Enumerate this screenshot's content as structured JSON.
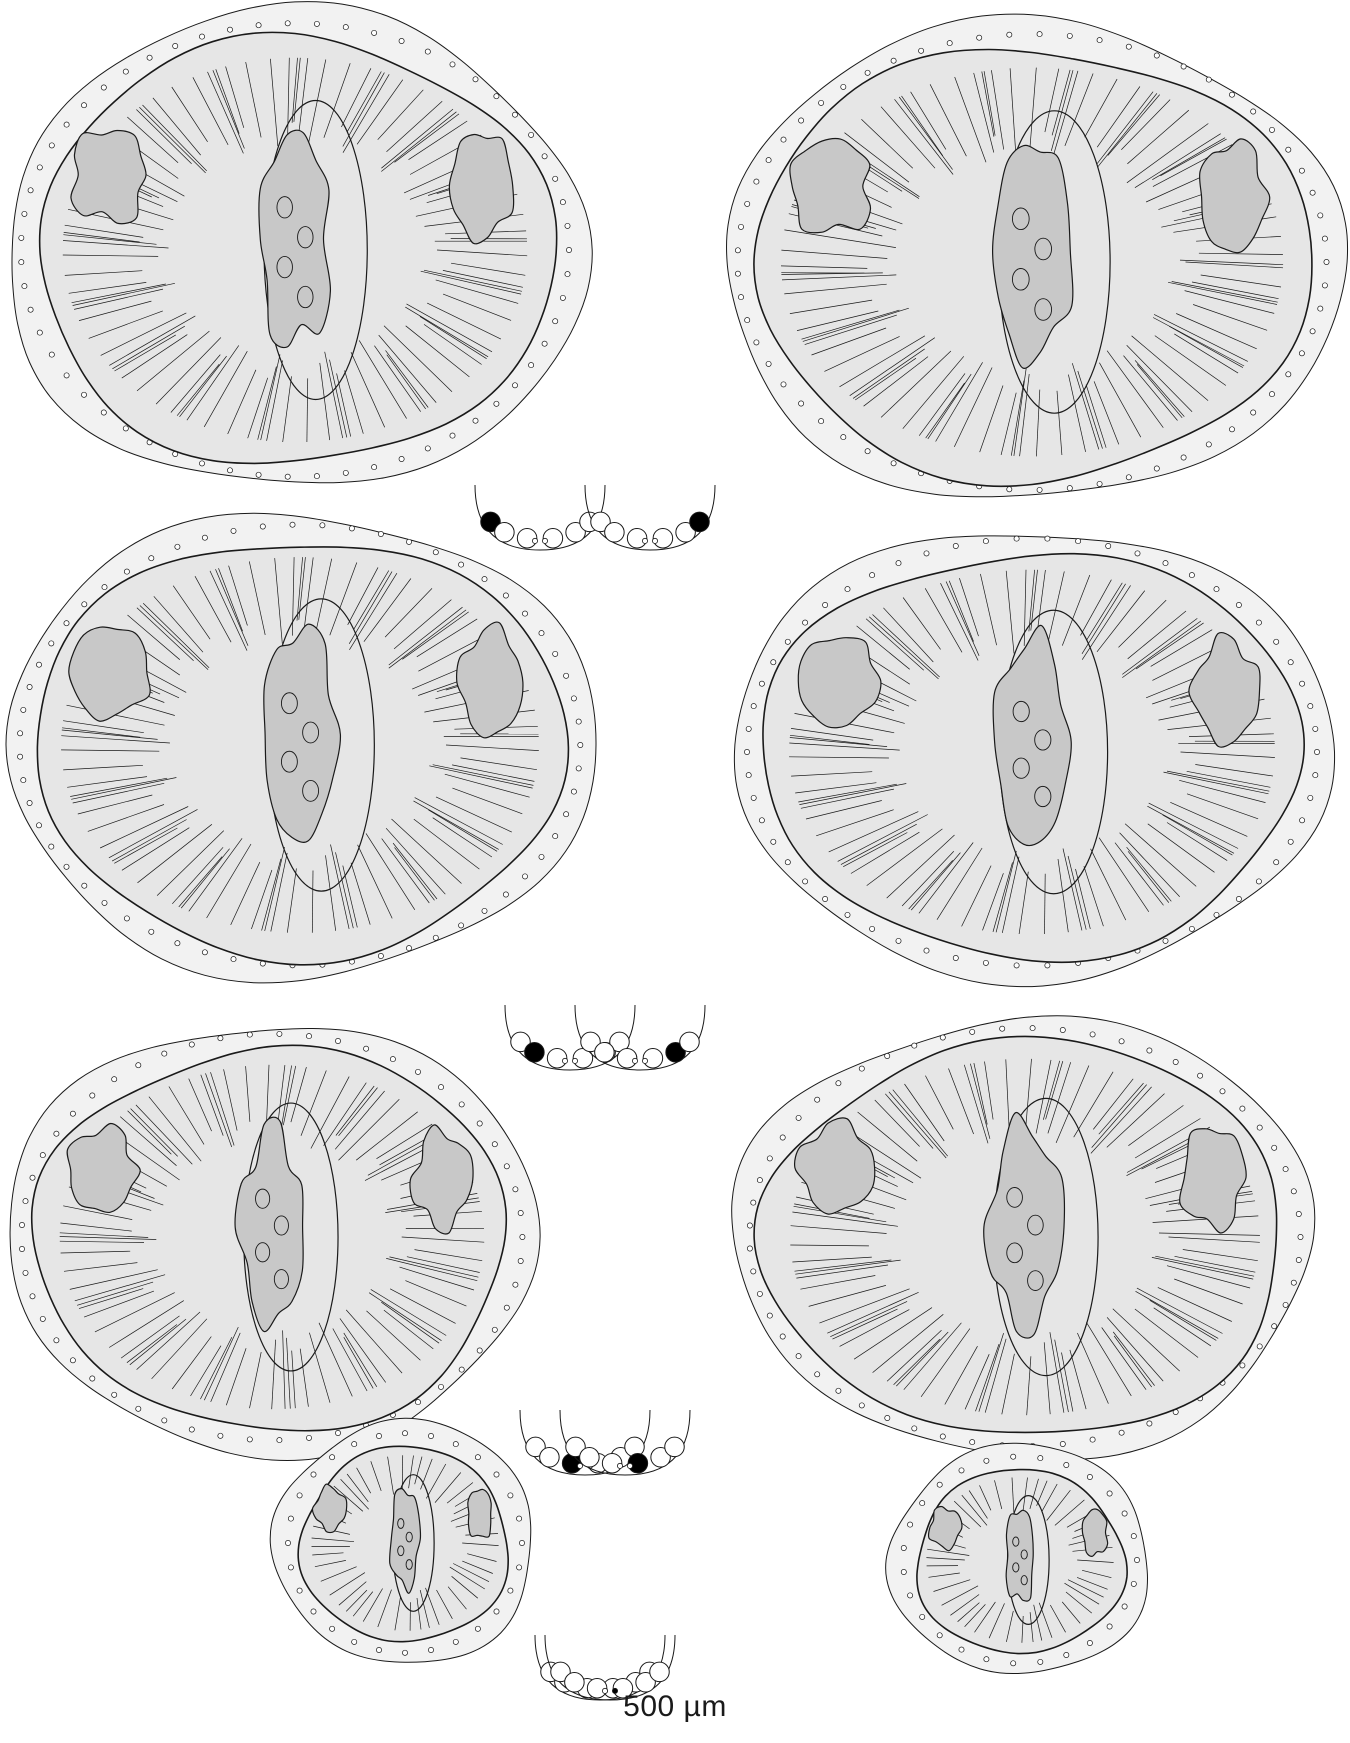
{
  "figure": {
    "scale_bar_label": "500 µm",
    "colors": {
      "background": "#ffffff",
      "outer_rim": "#f2f2f2",
      "inner_body": "#e6e6e6",
      "organ_fill": "#c8c8c8",
      "outline": "#1a1a1a",
      "marker_filled": "#000000"
    },
    "sections": [
      {
        "id": "row1-left",
        "side": "left"
      },
      {
        "id": "row1-right",
        "side": "right"
      },
      {
        "id": "row2-left",
        "side": "left"
      },
      {
        "id": "row2-right",
        "side": "right"
      },
      {
        "id": "row3-left",
        "side": "left"
      },
      {
        "id": "row3-right",
        "side": "right"
      },
      {
        "id": "row4-left",
        "side": "left"
      },
      {
        "id": "row4-right",
        "side": "right"
      }
    ],
    "position_keys": [
      {
        "row": 1,
        "highlighted": "left"
      },
      {
        "row": 2,
        "highlighted": "bottom-left"
      },
      {
        "row": 3,
        "highlighted": "bottom-center"
      },
      {
        "row": 4,
        "highlighted": "center-dot"
      }
    ]
  }
}
